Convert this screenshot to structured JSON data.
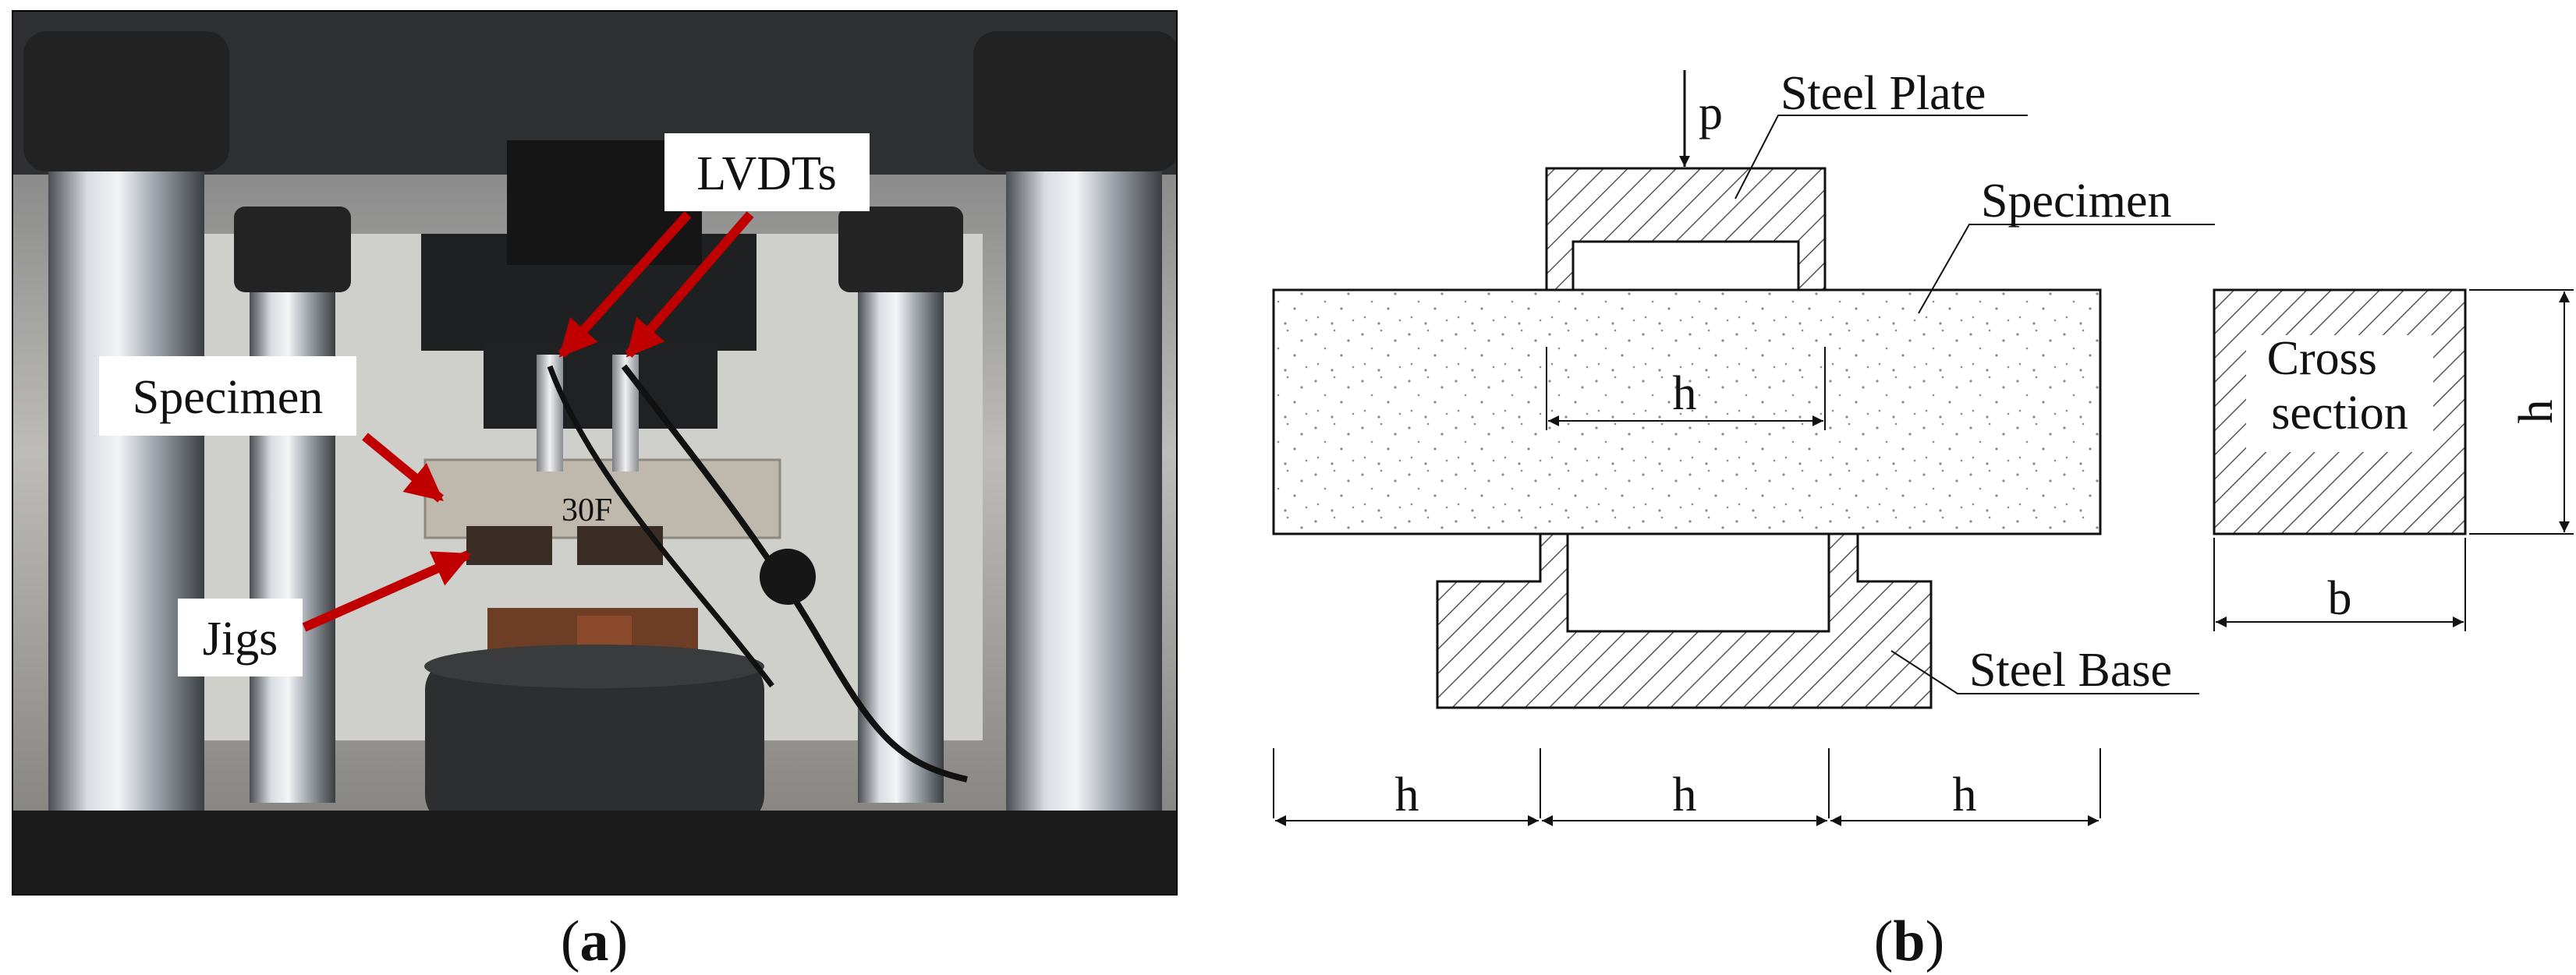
{
  "panel_a": {
    "caption_letter": "a",
    "labels": {
      "lvdts": "LVDTs",
      "specimen": "Specimen",
      "jigs": "Jigs"
    },
    "specimen_marking": "30F",
    "arrow_color": "#c00000"
  },
  "panel_b": {
    "caption_letter": "b",
    "labels": {
      "load": "p",
      "steel_plate": "Steel Plate",
      "specimen": "Specimen",
      "steel_base": "Steel Base",
      "cross_section_line1": "Cross",
      "cross_section_line2": "section",
      "dim_span_inner": "h",
      "dim_h_left": "h",
      "dim_h_mid": "h",
      "dim_h_right": "h",
      "dim_width": "b",
      "dim_height": "h"
    }
  }
}
